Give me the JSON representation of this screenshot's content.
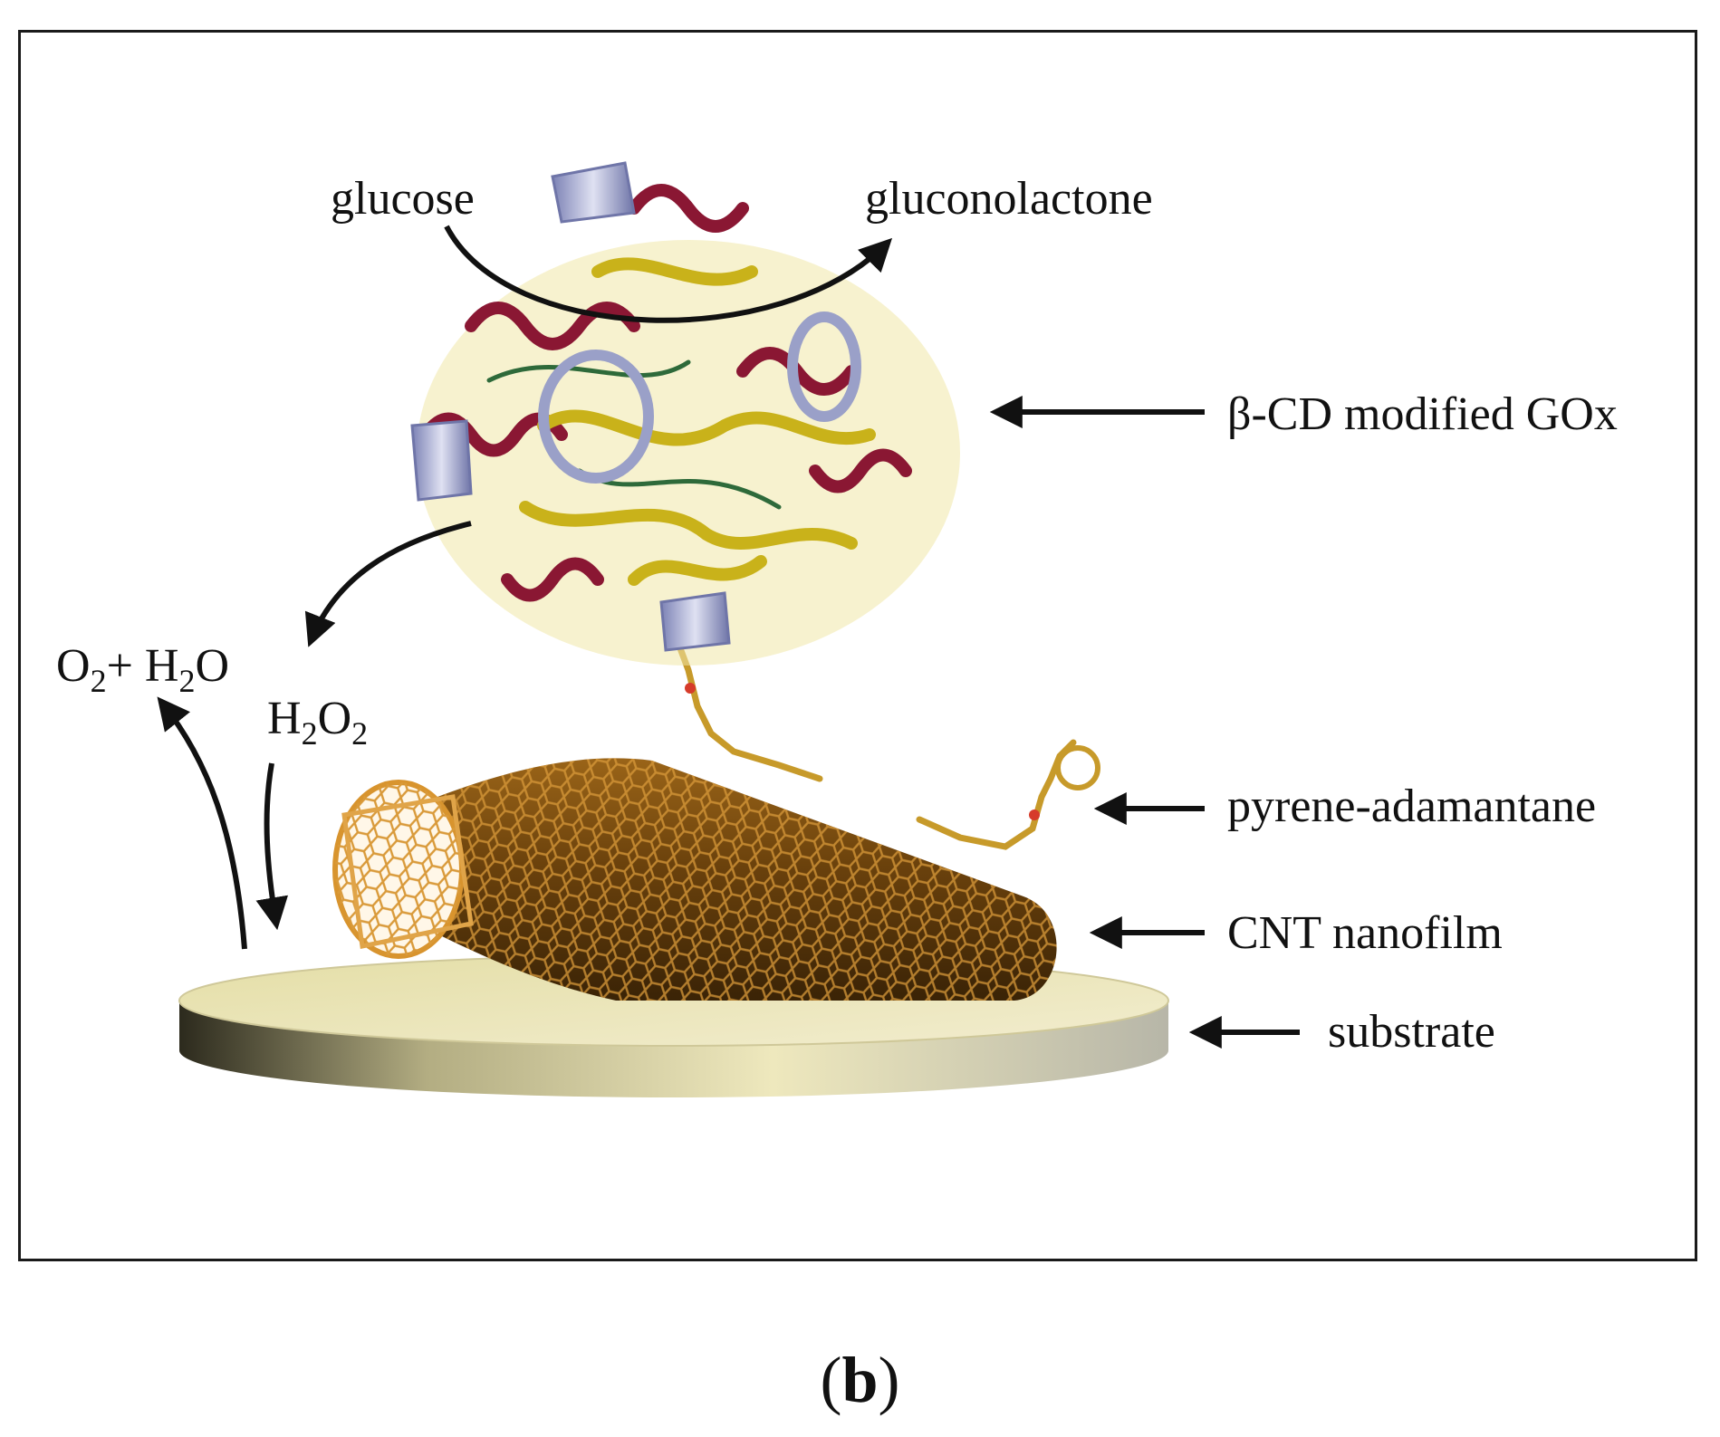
{
  "labels": {
    "glucose": "glucose",
    "gluconolactone": "gluconolactone",
    "gox": "β-CD modified GOx",
    "o2": "O",
    "o2_sub": "2",
    "o2_plus": "+ H",
    "h2o_sub": "2",
    "h2o_tail": "O",
    "h2o2_h": "H",
    "h2o2_sub1": "2",
    "h2o2_o": "O",
    "h2o2_sub2": "2",
    "pyrene": "pyrene-adamantane",
    "cnt": "CNT nanofilm",
    "substrate": "substrate"
  },
  "caption": {
    "open": "(",
    "letter": "b",
    "close": ")"
  },
  "colors": {
    "helix": "#8a1733",
    "sheet": "#c9b21a",
    "loop": "#2e6a3a",
    "cnt": "#b7791f",
    "substrate": "#e9e3b4",
    "cyclodextrin": "#9aa0c8"
  }
}
